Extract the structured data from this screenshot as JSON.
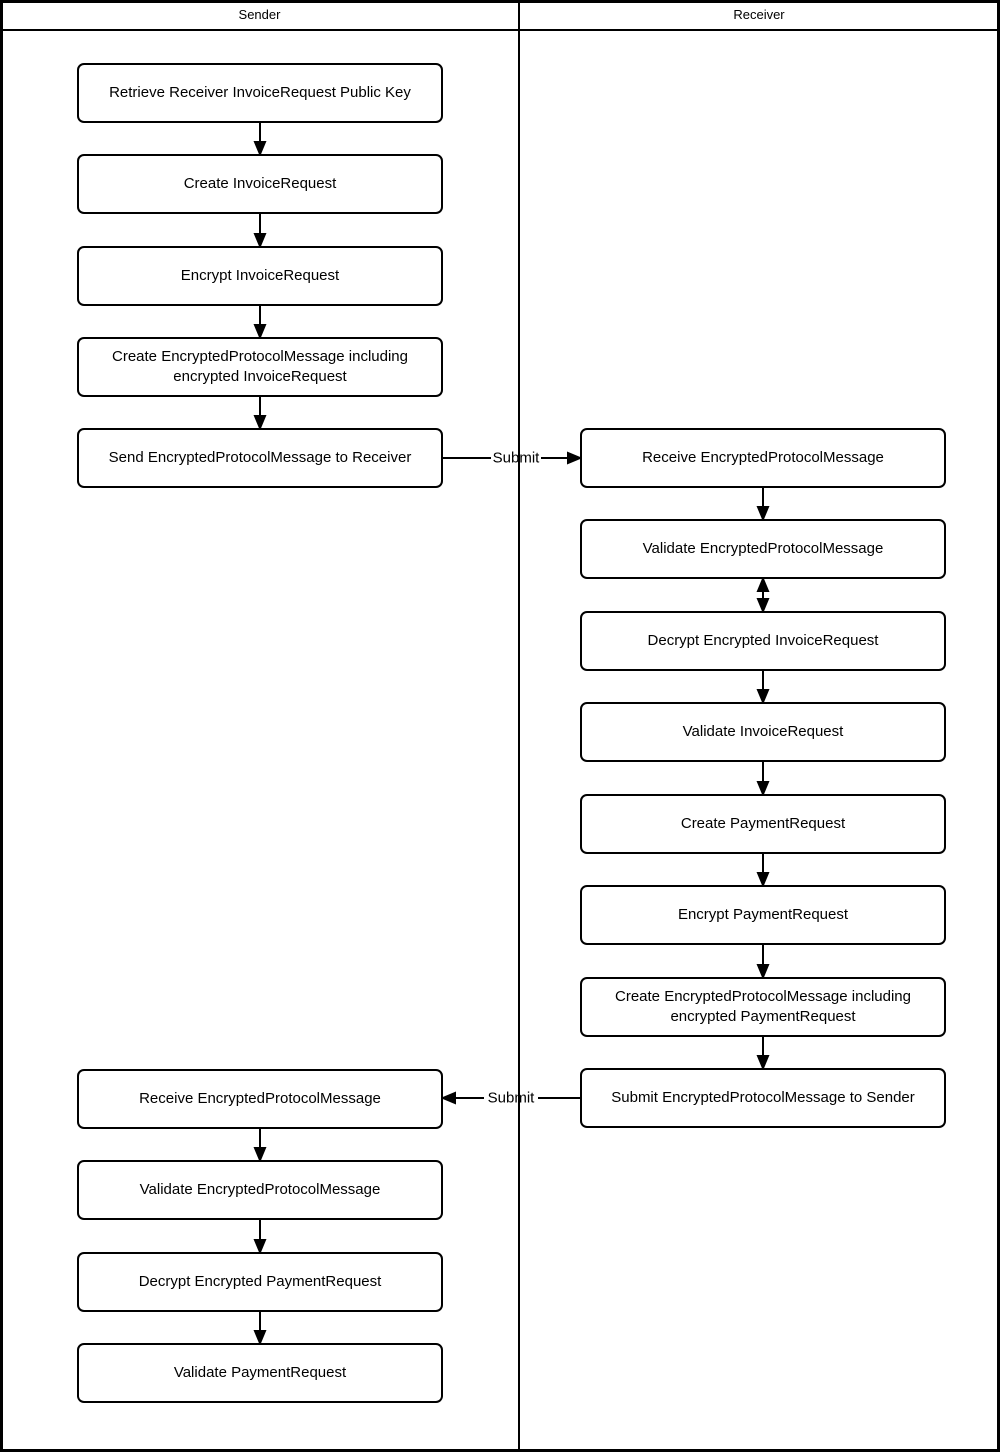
{
  "header": {
    "left_lane": "Sender",
    "right_lane": "Receiver"
  },
  "sender_steps": [
    "Retrieve Receiver InvoiceRequest Public Key",
    "Create InvoiceRequest",
    "Encrypt InvoiceRequest",
    "Create EncryptedProtocolMessage including encrypted InvoiceRequest",
    "Send EncryptedProtocolMessage to Receiver",
    "Receive EncryptedProtocolMessage",
    "Validate EncryptedProtocolMessage",
    "Decrypt Encrypted PaymentRequest",
    "Validate PaymentRequest"
  ],
  "receiver_steps": [
    "Receive EncryptedProtocolMessage",
    "Validate EncryptedProtocolMessage",
    "Decrypt Encrypted InvoiceRequest",
    "Validate InvoiceRequest",
    "Create PaymentRequest",
    "Encrypt PaymentRequest",
    "Create EncryptedProtocolMessage including encrypted PaymentRequest",
    "Submit EncryptedProtocolMessage to Sender"
  ],
  "flow_labels": {
    "submit_to_receiver": "Submit",
    "submit_to_sender": "Submit"
  },
  "colors": {
    "line": "#000000",
    "box_border": "#000000",
    "box_fill": "#ffffff",
    "background": "#ffffff"
  }
}
